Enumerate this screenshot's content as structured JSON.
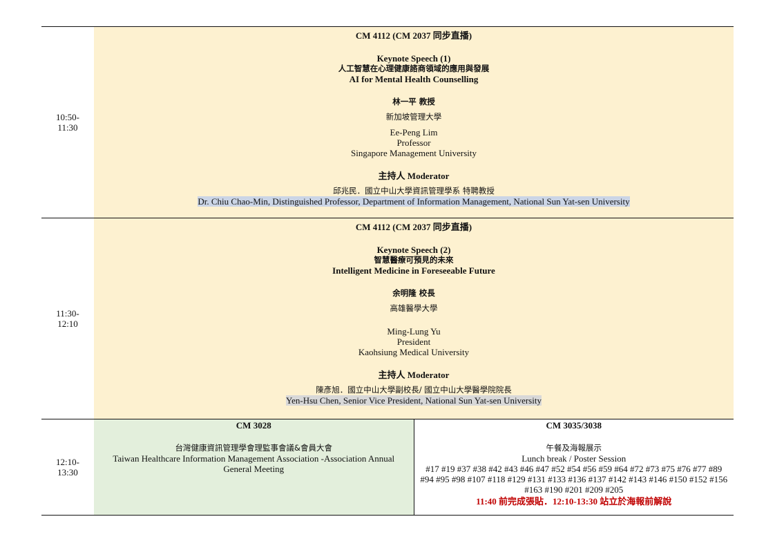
{
  "rows": [
    {
      "time": "10:50-\n11:30",
      "room": "CM 4112 (CM 2037 同步直播)",
      "title": "Keynote Speech (1)",
      "topic_zh": "人工智慧在心理健康諮商領域的應用與發展",
      "topic_en": "AI for Mental Health Counselling",
      "speaker_zh": "林一平 教授",
      "affil_zh": "新加坡管理大學",
      "speaker_en": "Ee-Peng Lim",
      "speaker_title_en": "Professor",
      "affil_en": "Singapore Management University",
      "moderator_label": "主持人 Moderator",
      "moderator_zh": "邱兆民．國立中山大學資訊管理學系 特聘教授",
      "moderator_en": "Dr. Chiu Chao-Min, Distinguished Professor, Department of Information Management, National Sun Yat-sen University"
    },
    {
      "time": "11:30-\n12:10",
      "room": "CM 4112 (CM 2037 同步直播)",
      "title": "Keynote Speech (2)",
      "topic_zh": "智慧醫療可預見的未來",
      "topic_en": "Intelligent Medicine in Foreseeable Future",
      "speaker_zh": "余明隆 校長",
      "affil_zh": "高雄醫學大學",
      "speaker_en": "Ming-Lung Yu",
      "speaker_title_en": "President",
      "affil_en": "Kaohsiung Medical University",
      "moderator_label": "主持人 Moderator",
      "moderator_zh": "陳彥旭．國立中山大學副校長/ 國立中山大學醫學院院長",
      "moderator_en": "Yen-Hsu Chen, Senior Vice President, National Sun Yat-sen University"
    }
  ],
  "lunch_row": {
    "time": "12:10-\n13:30",
    "left": {
      "room": "CM 3028",
      "title_zh": "台灣健康資訊管理學會理監事會議&會員大會",
      "title_en": "Taiwan Healthcare Information Management Association -Association Annual General Meeting"
    },
    "right": {
      "room": "CM 3035/3038",
      "title_zh": "午餐及海報展示",
      "title_en": "Lunch break / Poster Session",
      "posters": "#17 #19 #37 #38 #42 #43 #46 #47 #52 #54 #56 #59 #64 #72 #73 #75 #76 #77 #89 #94 #95 #98 #107 #118 #129 #131 #133 #136 #137 #142 #143 #146 #150 #152 #156 #163 #190 #201 #209 #205",
      "note": "11:40 前完成張貼．12:10-13:30 站立於海報前解說"
    }
  },
  "colors": {
    "keynote_bg": "#fdf1d0",
    "meeting_bg": "#e3efdc",
    "note_red": "#c00000"
  }
}
